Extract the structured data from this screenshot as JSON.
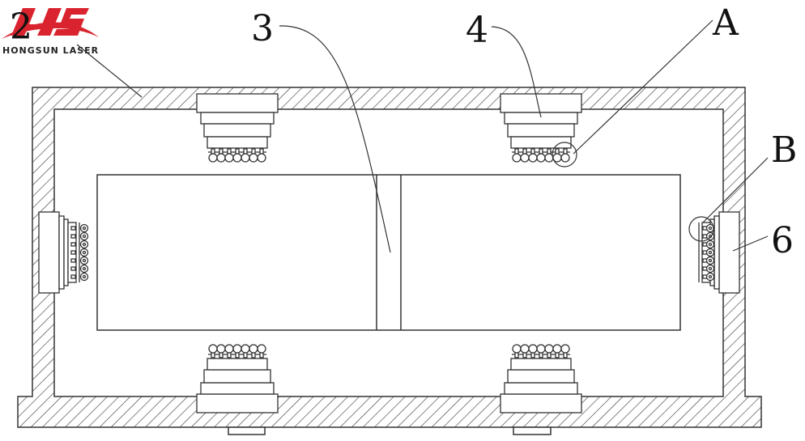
{
  "logo": {
    "brand": "HS",
    "text": "HONGSUN LASER",
    "color": "#d9232e"
  },
  "labels": {
    "l2": "2",
    "l3": "3",
    "l4": "4",
    "lA": "A",
    "lB": "B",
    "l6": "6"
  },
  "colors": {
    "line": "#333333",
    "background": "#ffffff"
  }
}
